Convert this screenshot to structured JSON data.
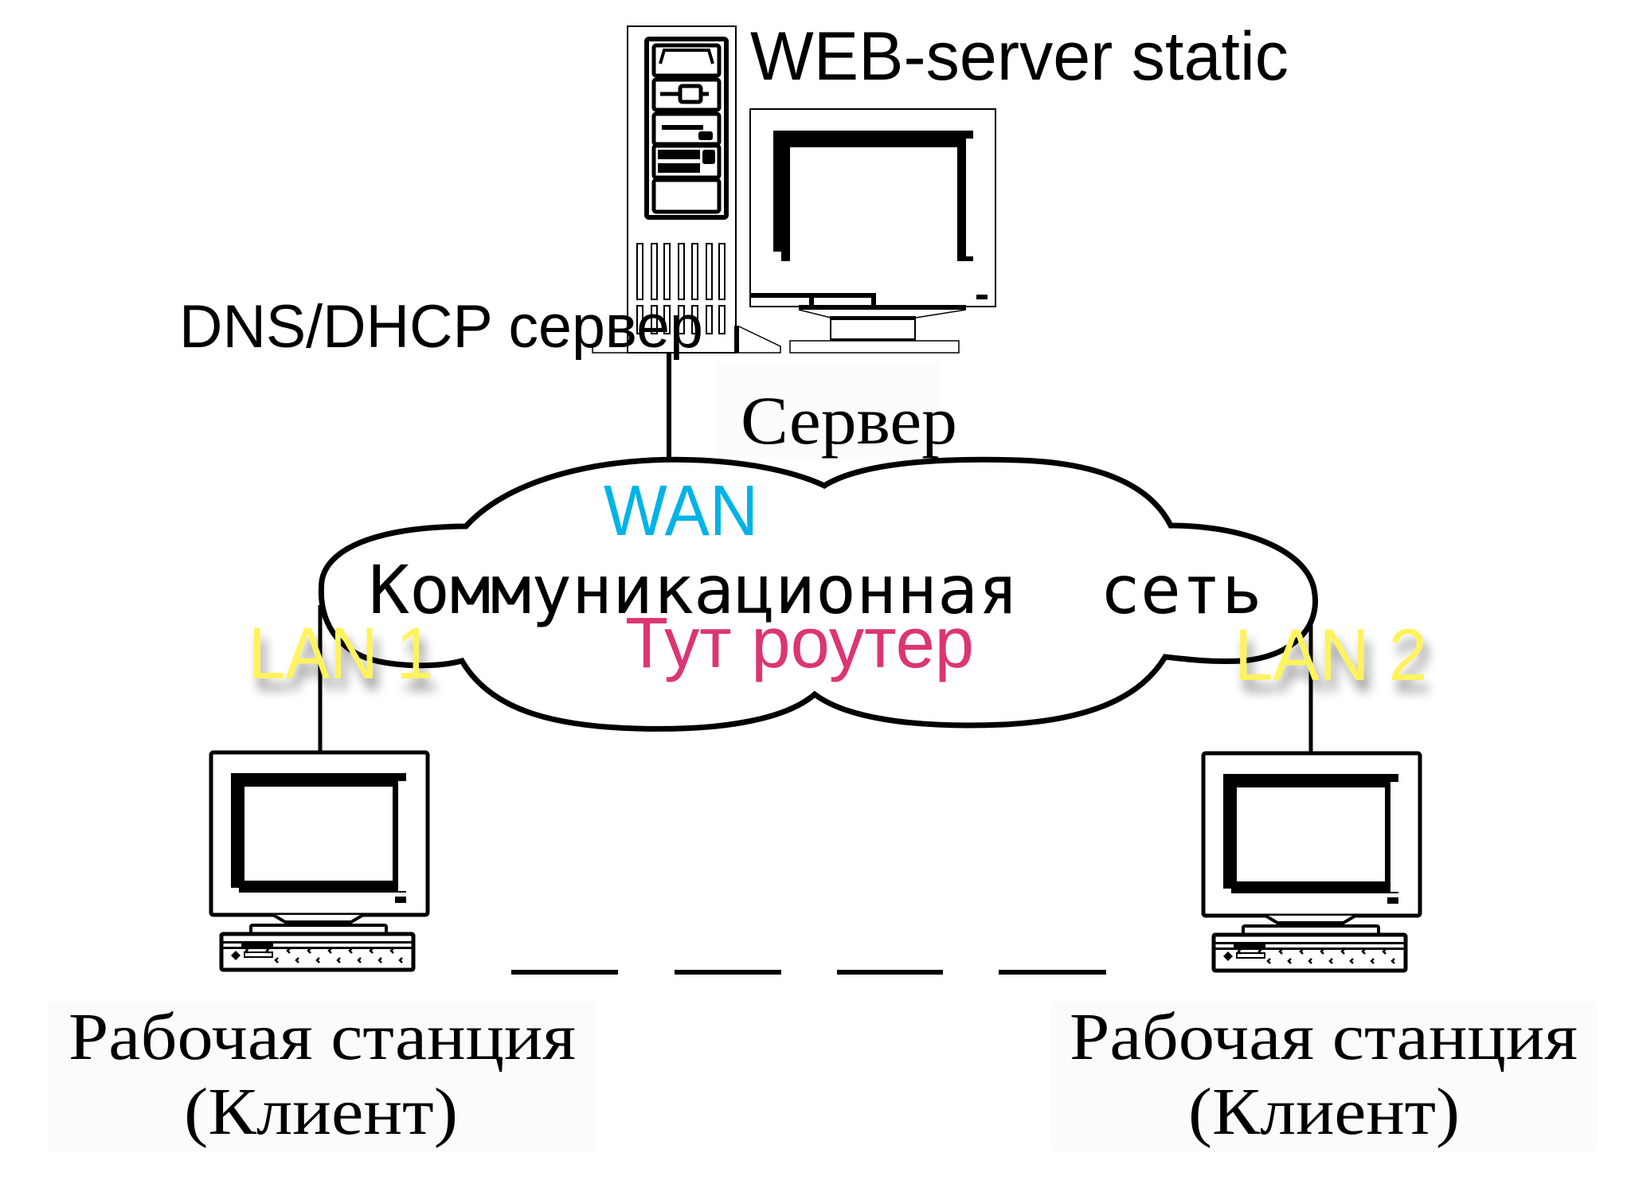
{
  "title": "Сетевая схема: клиенты, WAN и сервер",
  "server": {
    "web_label": "WEB-server static",
    "dns_label": "DNS/DHCP сервер",
    "caption": "Сервер"
  },
  "network": {
    "wan_label": "WAN",
    "name": "Коммуникационная  сеть",
    "router_note": "Тут роутер",
    "lan1_label": "LAN 1",
    "lan2_label": "LAN 2"
  },
  "clients": [
    {
      "line1": "Рабочая станция",
      "line2": "(Клиент)"
    },
    {
      "line1": "Рабочая станция",
      "line2": "(Клиент)"
    }
  ],
  "colors": {
    "wan": "#00b3e6",
    "router": "#dc3573",
    "lan": "#fff35c",
    "stroke": "#000000"
  }
}
